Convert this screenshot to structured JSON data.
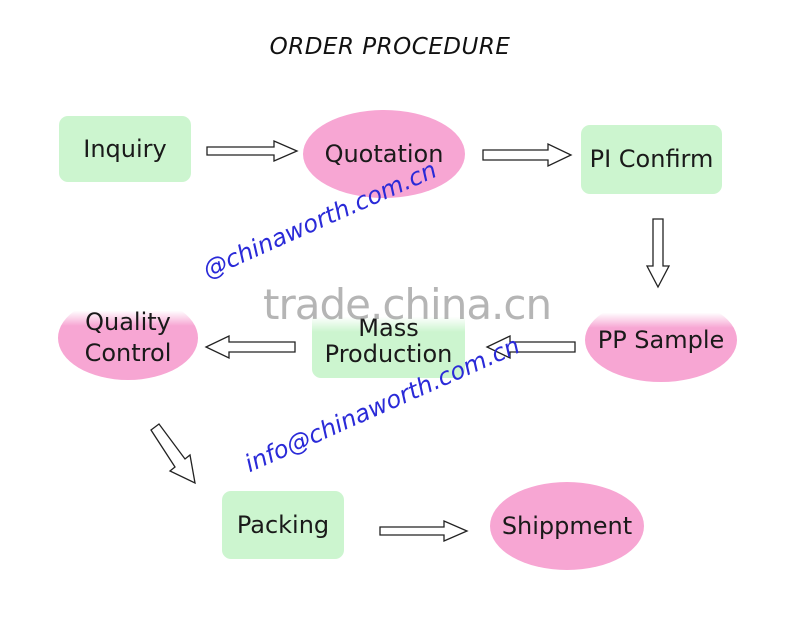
{
  "title": "ORDER PROCEDURE",
  "nodes": {
    "inquiry": "Inquiry",
    "quotation": "Quotation",
    "pi_confirm": "PI Confirm",
    "pp_sample": "PP Sample",
    "mass_production_line1": "Mass",
    "mass_production_line2": "Production",
    "quality_control_line1": "Quality",
    "quality_control_line2": "Control",
    "packing": "Packing",
    "shipment": "Shippment"
  },
  "watermarks": {
    "email_partial": "@chinaworth.com.cn",
    "site": "trade.china.cn",
    "email_full": "info@chinaworth.com.cn"
  },
  "colors": {
    "box_fill": "#ccf5cf",
    "ellipse_fill": "#f7a6d3",
    "watermark_blue": "#2a2ad8"
  }
}
